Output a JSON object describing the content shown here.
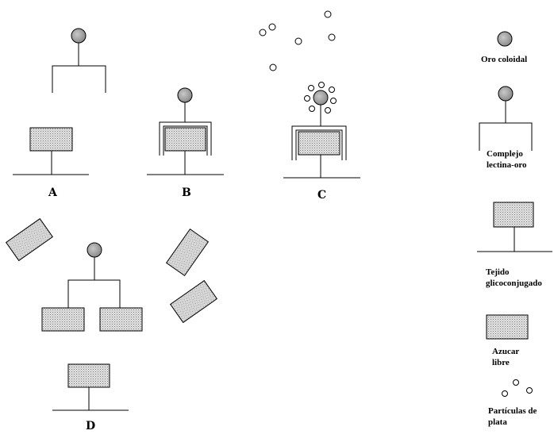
{
  "panels": {
    "a": "A",
    "b": "B",
    "c": "C",
    "d": "D"
  },
  "legend": {
    "gold": "Oro coloidal",
    "complex_line1": "Complejo",
    "complex_line2": "lectina-oro",
    "tissue_line1": "Tejido",
    "tissue_line2": "glicoconjugado",
    "sugar_line1": "Azucar",
    "sugar_line2": "libre",
    "silver_line1": "Partículas de",
    "silver_line2": "plata"
  },
  "colors": {
    "gold_fill": "#a8a8a8",
    "sugar_fill": "#d8d8d8",
    "stroke": "#000000"
  }
}
